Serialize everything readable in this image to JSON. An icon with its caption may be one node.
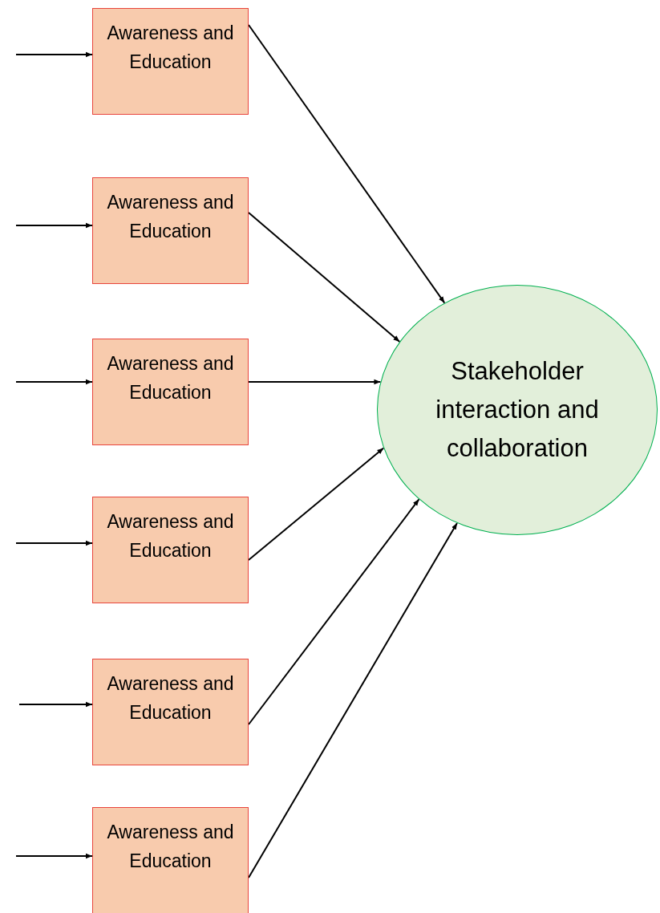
{
  "diagram": {
    "nodes": [
      {
        "text": [
          "Awareness and Education"
        ]
      },
      {
        "text": [
          "Awareness and Education"
        ]
      },
      {
        "text": [
          "Awareness and Education"
        ]
      },
      {
        "text": [
          "Awareness and Education"
        ]
      },
      {
        "text": [
          "Awareness and Education"
        ]
      },
      {
        "text": [
          "Awareness and Education"
        ]
      },
      {
        "text": [
          "Stakeholder interaction and collaboration"
        ]
      }
    ],
    "edges": [
      {
        "from": null,
        "to": 0,
        "arrow": "to"
      },
      {
        "from": null,
        "to": 1,
        "arrow": "to"
      },
      {
        "from": null,
        "to": 2,
        "arrow": "to"
      },
      {
        "from": null,
        "to": 3,
        "arrow": "to"
      },
      {
        "from": null,
        "to": 4,
        "arrow": "to"
      },
      {
        "from": null,
        "to": 5,
        "arrow": "to"
      },
      {
        "from": 0,
        "to": 6,
        "arrow": "to"
      },
      {
        "from": 1,
        "to": 6,
        "arrow": "to"
      },
      {
        "from": 2,
        "to": 6,
        "arrow": "to"
      },
      {
        "from": 3,
        "to": 6,
        "arrow": "to"
      },
      {
        "from": 4,
        "to": 6,
        "arrow": "to"
      },
      {
        "from": 5,
        "to": 6,
        "arrow": "to"
      }
    ]
  }
}
